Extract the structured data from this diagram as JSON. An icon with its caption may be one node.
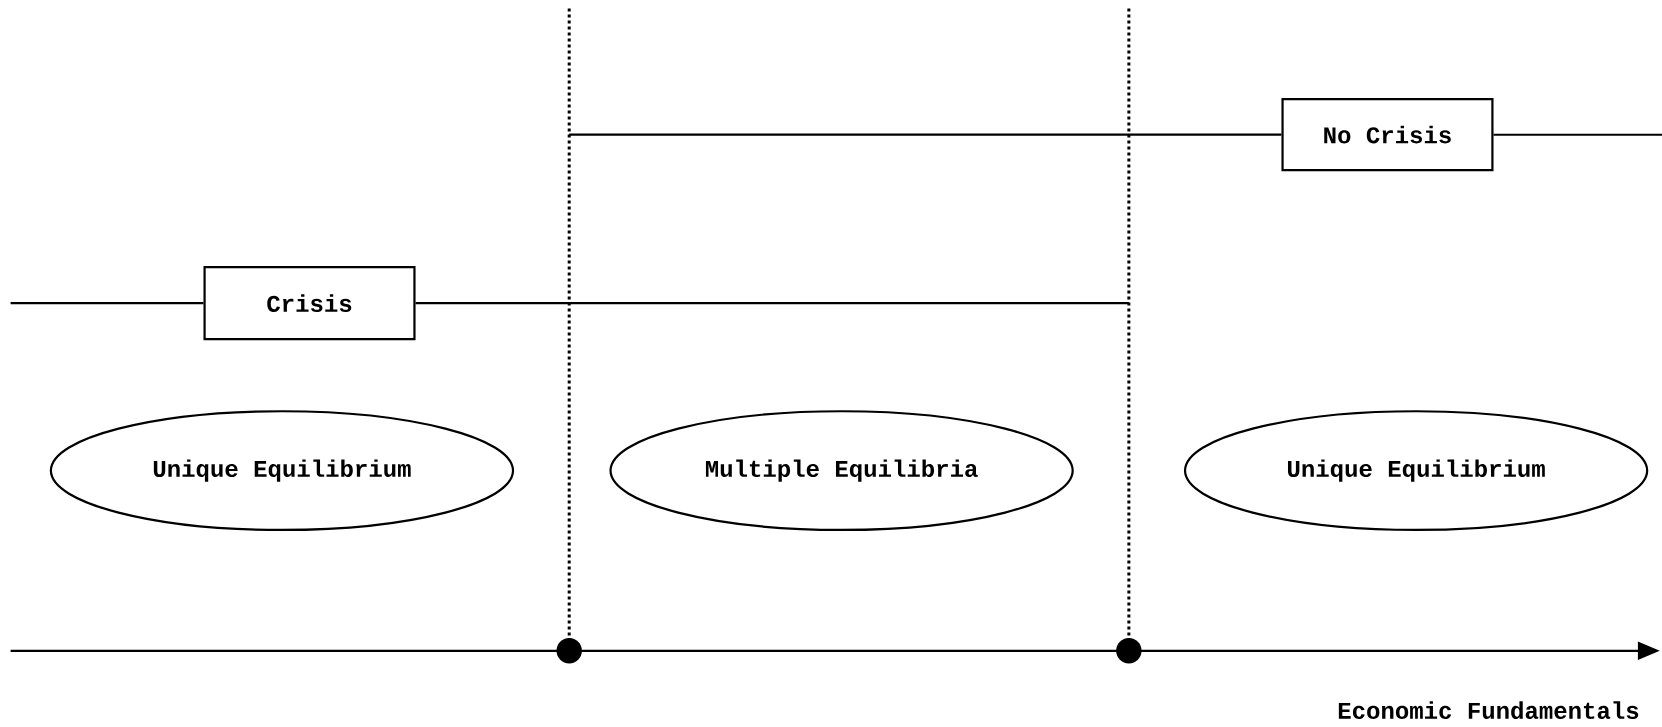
{
  "diagram": {
    "nodes": [
      {
        "text": [
          "Crisis"
        ]
      },
      {
        "text": [
          "No Crisis"
        ]
      },
      {
        "text": [
          "Unique Equilibrium"
        ]
      },
      {
        "text": [
          "Multiple Equilibria"
        ]
      },
      {
        "text": [
          "Unique Equilibrium"
        ]
      }
    ],
    "edges": [
      {
        "from": null,
        "to": 0,
        "arrow": "none"
      },
      {
        "from": 0,
        "to": null,
        "arrow": "none"
      },
      {
        "from": null,
        "to": 1,
        "arrow": "none"
      },
      {
        "from": 1,
        "to": null,
        "arrow": "none"
      }
    ],
    "labels": [
      "Economic Fundamentals"
    ]
  }
}
